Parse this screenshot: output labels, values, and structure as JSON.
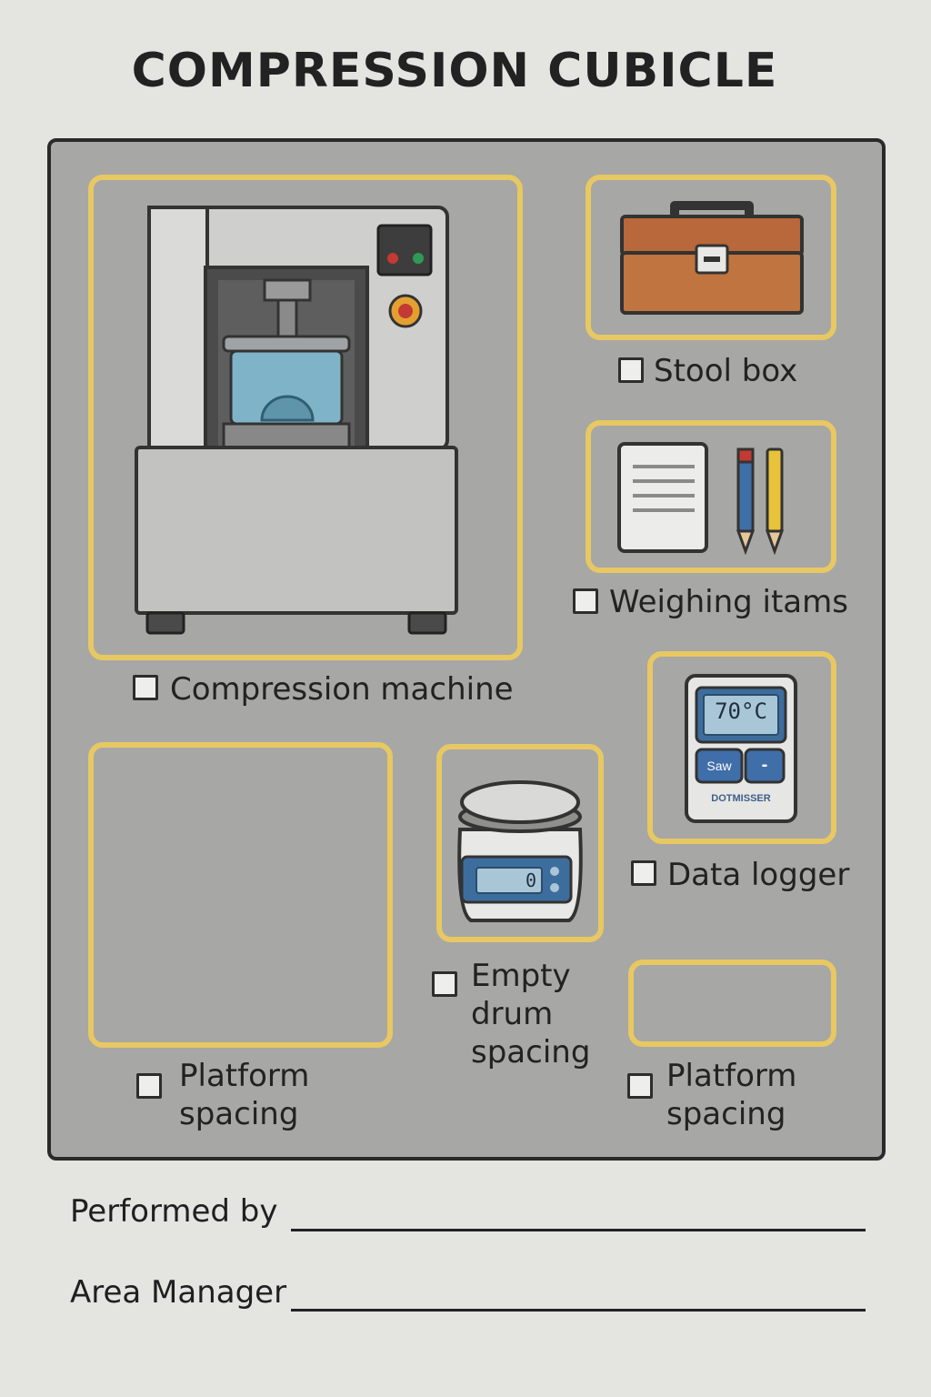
{
  "title": "COMPRESSION CUBICLE",
  "items": {
    "compression_machine": {
      "label": "Compression machine"
    },
    "stool_box": {
      "label": "Stool box"
    },
    "weighing_items": {
      "label": "Weighing itams"
    },
    "data_logger": {
      "label": "Data logger",
      "display": "70°C",
      "button_left": "Saw",
      "button_right": "-",
      "brand": "DOTMISSER"
    },
    "scale": {
      "display": "0"
    },
    "empty_drum_spacing": {
      "label": "Empty drum spacing"
    },
    "platform_spacing_left": {
      "label": "Platform spacing"
    },
    "platform_spacing_right": {
      "label": "Platform spacing"
    }
  },
  "signatures": {
    "performed_by": "Performed by",
    "area_manager": "Area Manager"
  },
  "colors": {
    "background": "#e4e4e1",
    "panel": "#a7a7a5",
    "slot_outline": "#e7c862"
  }
}
